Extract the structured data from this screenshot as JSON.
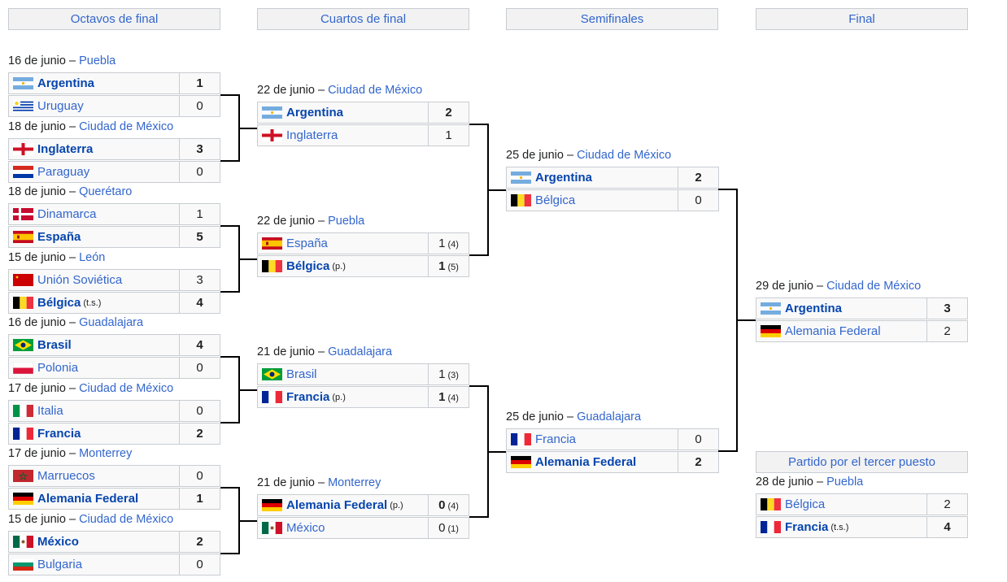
{
  "rounds": [
    {
      "title": "Octavos de final",
      "matches": [
        {
          "date": "16 de junio",
          "venue": "Puebla",
          "teams": [
            {
              "name": "Argentina",
              "flag": "ARG",
              "score": "1",
              "win": true
            },
            {
              "name": "Uruguay",
              "flag": "URU",
              "score": "0"
            }
          ]
        },
        {
          "date": "18 de junio",
          "venue": "Ciudad de México",
          "teams": [
            {
              "name": "Inglaterra",
              "flag": "ENG",
              "score": "3",
              "win": true
            },
            {
              "name": "Paraguay",
              "flag": "PAR",
              "score": "0"
            }
          ]
        },
        {
          "date": "18 de junio",
          "venue": "Querétaro",
          "teams": [
            {
              "name": "Dinamarca",
              "flag": "DEN",
              "score": "1"
            },
            {
              "name": "España",
              "flag": "ESP",
              "score": "5",
              "win": true
            }
          ]
        },
        {
          "date": "15 de junio",
          "venue": "León",
          "teams": [
            {
              "name": "Unión Soviética",
              "flag": "URS",
              "score": "3"
            },
            {
              "name": "Bélgica",
              "flag": "BEL",
              "note": "(t.s.)",
              "score": "4",
              "win": true
            }
          ]
        },
        {
          "date": "16 de junio",
          "venue": "Guadalajara",
          "teams": [
            {
              "name": "Brasil",
              "flag": "BRA",
              "score": "4",
              "win": true
            },
            {
              "name": "Polonia",
              "flag": "POL",
              "score": "0"
            }
          ]
        },
        {
          "date": "17 de junio",
          "venue": "Ciudad de México",
          "teams": [
            {
              "name": "Italia",
              "flag": "ITA",
              "score": "0"
            },
            {
              "name": "Francia",
              "flag": "FRA",
              "score": "2",
              "win": true
            }
          ]
        },
        {
          "date": "17 de junio",
          "venue": "Monterrey",
          "teams": [
            {
              "name": "Marruecos",
              "flag": "MAR",
              "score": "0"
            },
            {
              "name": "Alemania Federal",
              "flag": "FRG",
              "score": "1",
              "win": true
            }
          ]
        },
        {
          "date": "15 de junio",
          "venue": "Ciudad de México",
          "teams": [
            {
              "name": "México",
              "flag": "MEX",
              "score": "2",
              "win": true
            },
            {
              "name": "Bulgaria",
              "flag": "BUL",
              "score": "0"
            }
          ]
        }
      ]
    },
    {
      "title": "Cuartos de final",
      "matches": [
        {
          "date": "22 de junio",
          "venue": "Ciudad de México",
          "teams": [
            {
              "name": "Argentina",
              "flag": "ARG",
              "score": "2",
              "win": true
            },
            {
              "name": "Inglaterra",
              "flag": "ENG",
              "score": "1"
            }
          ]
        },
        {
          "date": "22 de junio",
          "venue": "Puebla",
          "teams": [
            {
              "name": "España",
              "flag": "ESP",
              "score": "1",
              "pen": "(4)"
            },
            {
              "name": "Bélgica",
              "flag": "BEL",
              "note": "(p.)",
              "score": "1",
              "pen": "(5)",
              "win": true
            }
          ]
        },
        {
          "date": "21 de junio",
          "venue": "Guadalajara",
          "teams": [
            {
              "name": "Brasil",
              "flag": "BRA",
              "score": "1",
              "pen": "(3)"
            },
            {
              "name": "Francia",
              "flag": "FRA",
              "note": "(p.)",
              "score": "1",
              "pen": "(4)",
              "win": true
            }
          ]
        },
        {
          "date": "21 de junio",
          "venue": "Monterrey",
          "teams": [
            {
              "name": "Alemania Federal",
              "flag": "FRG",
              "note": "(p.)",
              "score": "0",
              "pen": "(4)",
              "win": true
            },
            {
              "name": "México",
              "flag": "MEX",
              "score": "0",
              "pen": "(1)"
            }
          ]
        }
      ]
    },
    {
      "title": "Semifinales",
      "matches": [
        {
          "date": "25 de junio",
          "venue": "Ciudad de México",
          "teams": [
            {
              "name": "Argentina",
              "flag": "ARG",
              "score": "2",
              "win": true
            },
            {
              "name": "Bélgica",
              "flag": "BEL",
              "score": "0"
            }
          ]
        },
        {
          "date": "25 de junio",
          "venue": "Guadalajara",
          "teams": [
            {
              "name": "Francia",
              "flag": "FRA",
              "score": "0"
            },
            {
              "name": "Alemania Federal",
              "flag": "FRG",
              "score": "2",
              "win": true
            }
          ]
        }
      ]
    },
    {
      "title": "Final",
      "matches": [
        {
          "date": "29 de junio",
          "venue": "Ciudad de México",
          "teams": [
            {
              "name": "Argentina",
              "flag": "ARG",
              "score": "3",
              "win": true
            },
            {
              "name": "Alemania Federal",
              "flag": "FRG",
              "score": "2"
            }
          ]
        }
      ]
    }
  ],
  "third_place": {
    "title": "Partido por el tercer puesto",
    "match": {
      "date": "28 de junio",
      "venue": "Puebla",
      "teams": [
        {
          "name": "Bélgica",
          "flag": "BEL",
          "score": "2"
        },
        {
          "name": "Francia",
          "flag": "FRA",
          "note": "(t.s.)",
          "score": "4",
          "win": true
        }
      ]
    }
  },
  "separator": " – "
}
